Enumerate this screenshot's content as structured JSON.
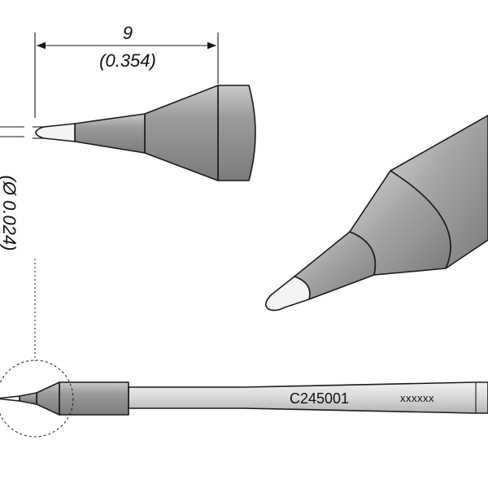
{
  "dimensions": {
    "length_mm": "9",
    "length_in": "(0.354)",
    "diameter_in": "(Ø 0.024)"
  },
  "markings": {
    "part_number": "C245001",
    "lot_code": "xxxxxx"
  },
  "colors": {
    "body_light": "#dedede",
    "body_mid": "#b8b8b8",
    "body_dark": "#8a8a8a",
    "tip_white": "#f4f4f4",
    "outline": "#1a1a1a"
  }
}
